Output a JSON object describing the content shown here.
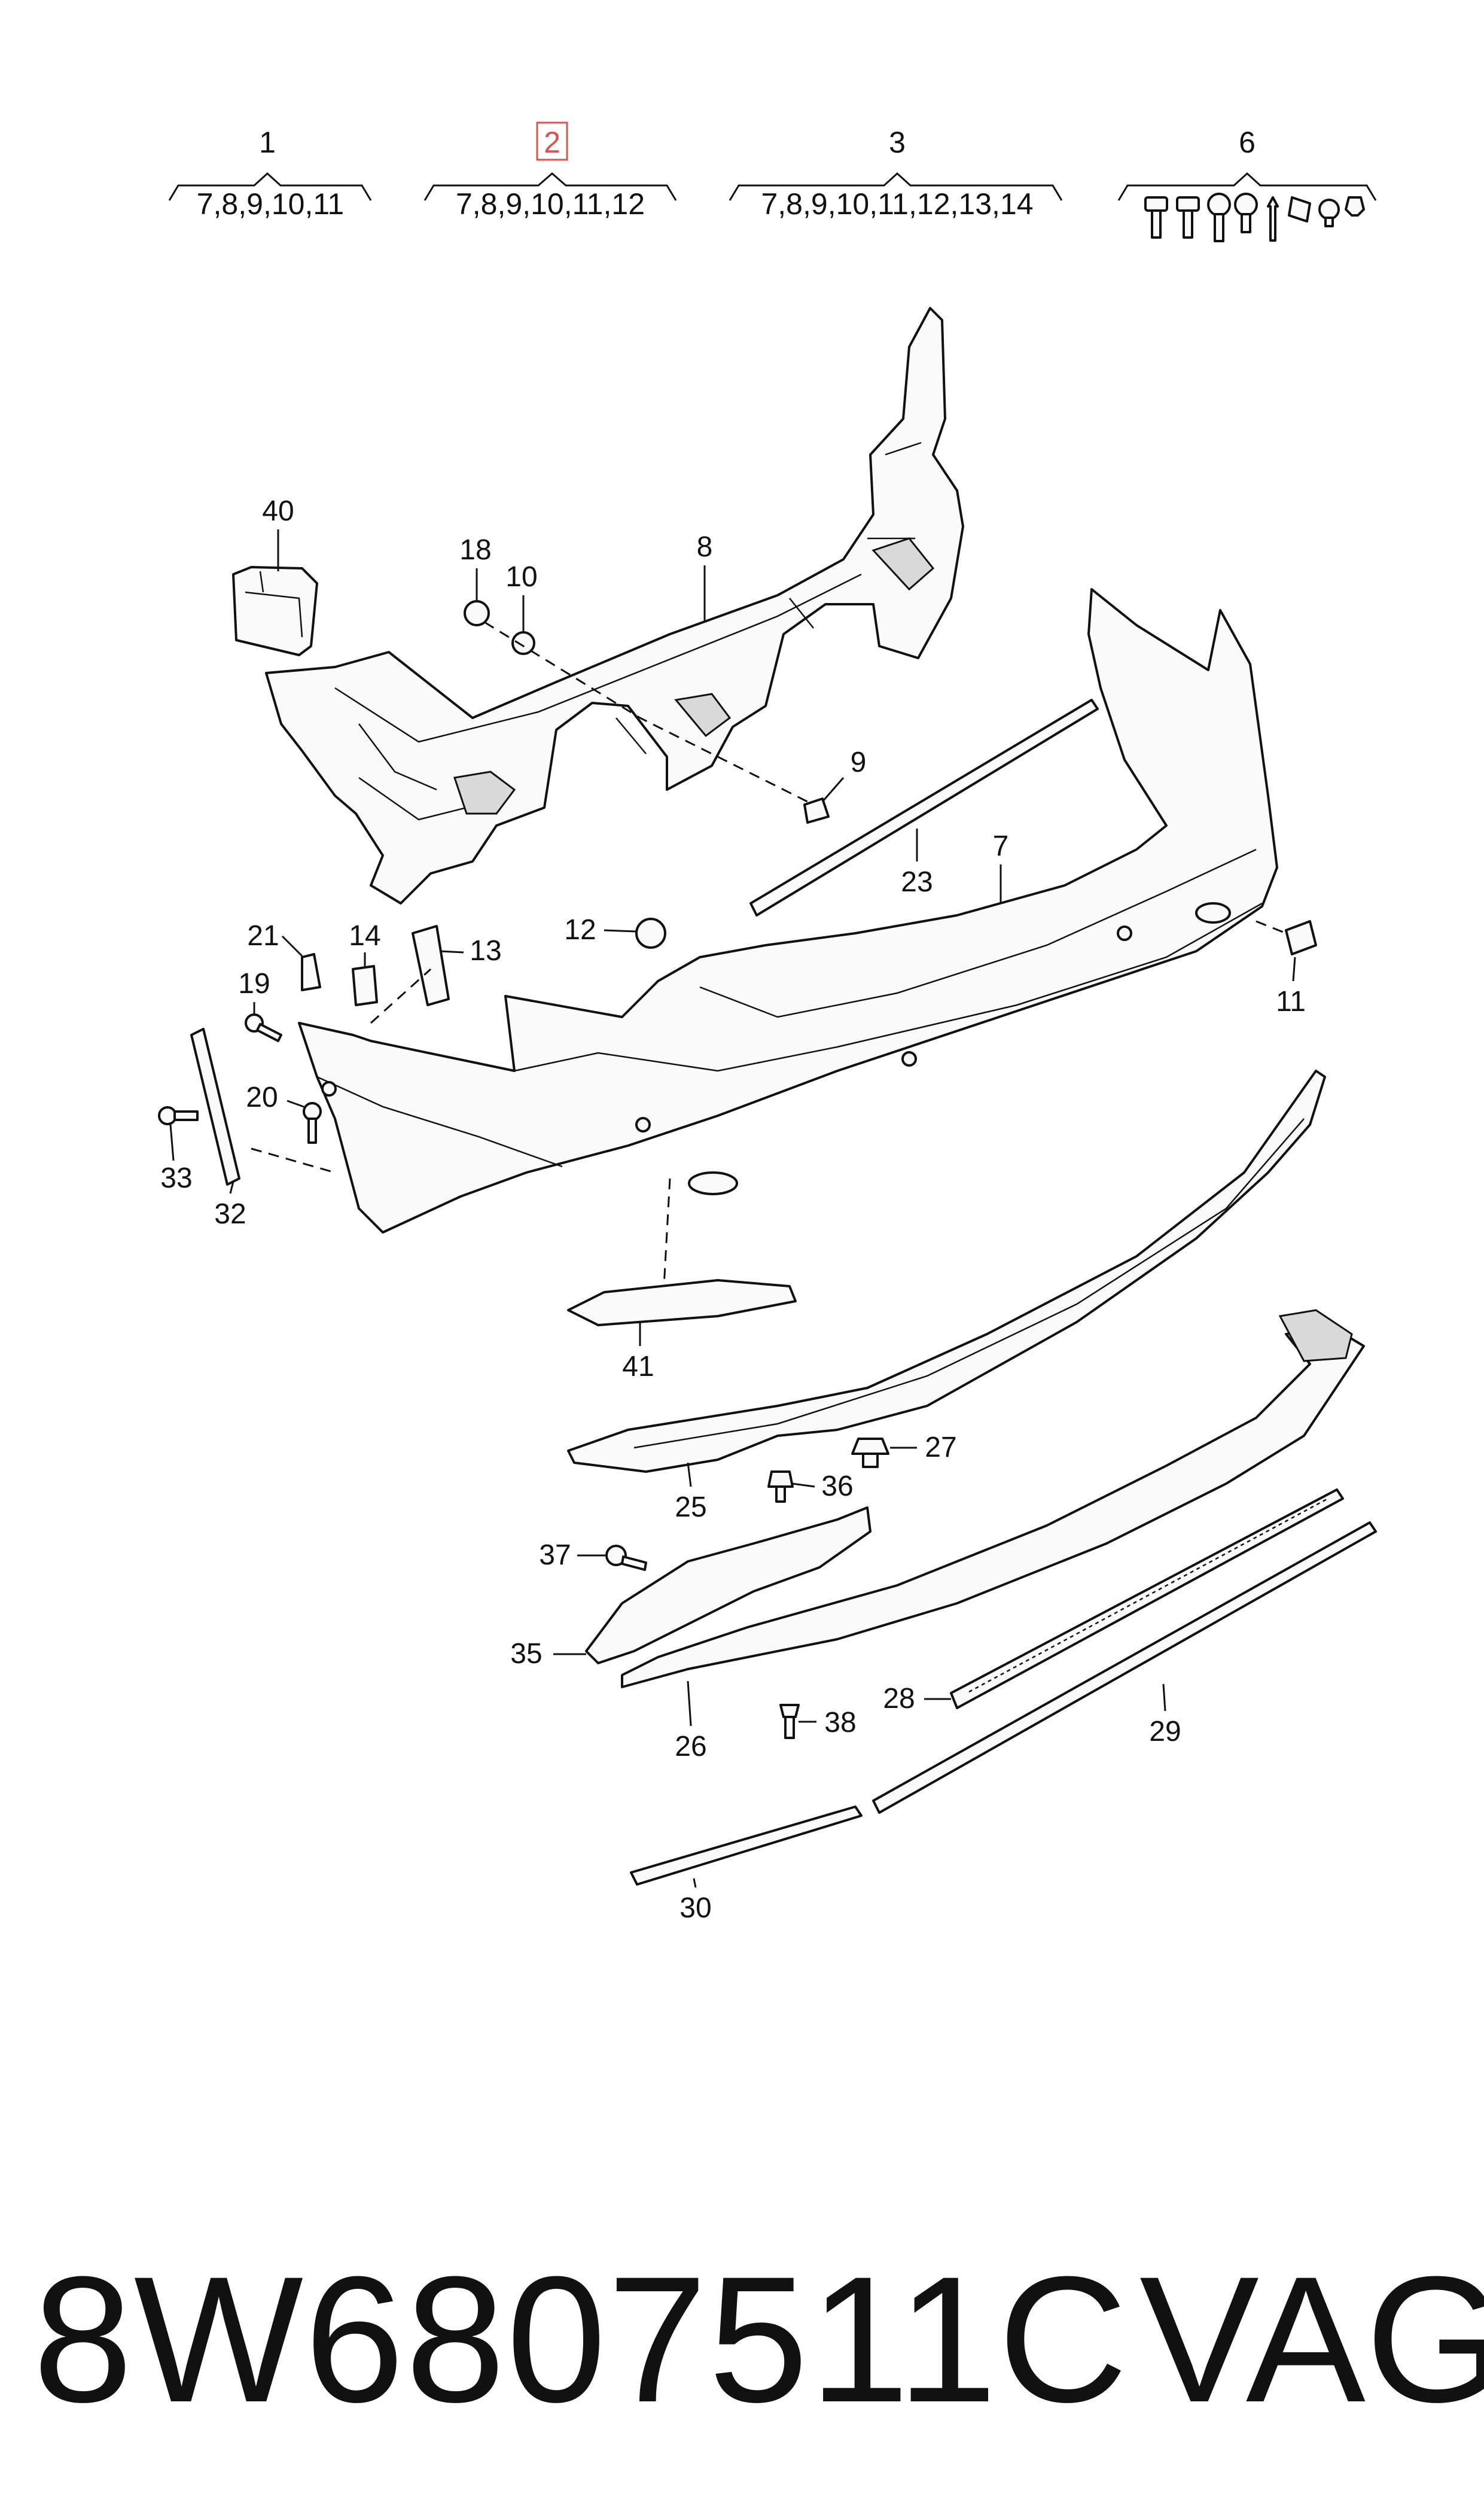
{
  "diagram": {
    "groups": [
      {
        "id": "1",
        "refs": "7,8,9,10,11",
        "highlighted": false
      },
      {
        "id": "2",
        "refs": "7,8,9,10,11,12",
        "highlighted": true
      },
      {
        "id": "3",
        "refs": "7,8,9,10,11,12,13,14",
        "highlighted": false
      },
      {
        "id": "6",
        "refs": "",
        "highlighted": false
      }
    ],
    "callouts": [
      "40",
      "18",
      "10",
      "8",
      "9",
      "7",
      "23",
      "12",
      "11",
      "21",
      "14",
      "13",
      "19",
      "20",
      "33",
      "32",
      "41",
      "27",
      "25",
      "36",
      "37",
      "35",
      "26",
      "38",
      "28",
      "29",
      "30"
    ],
    "highlight_color": "#d9534f"
  },
  "footer": {
    "part_number": "8W6807511C",
    "brand": "VAG"
  }
}
